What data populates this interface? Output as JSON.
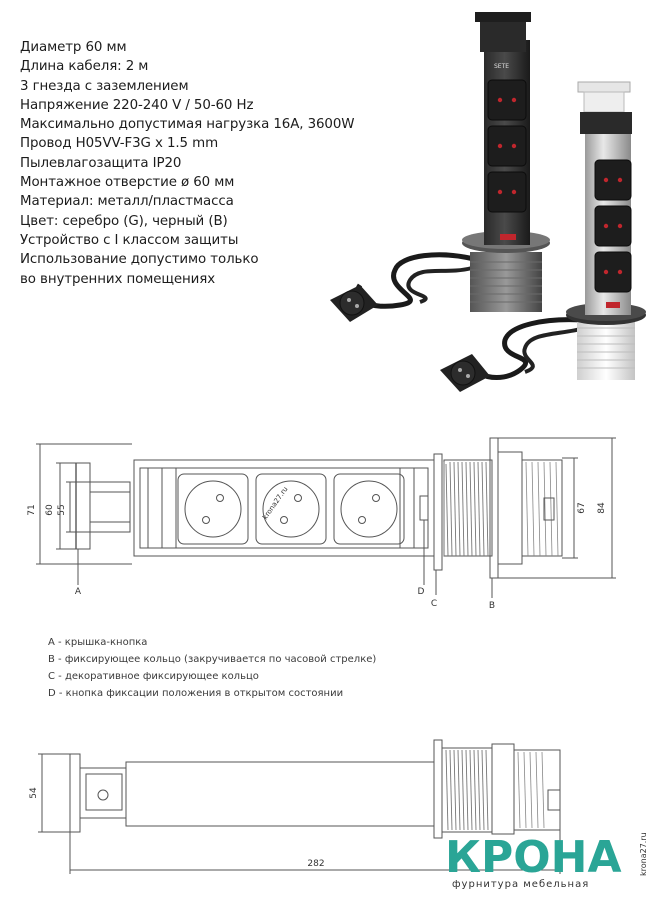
{
  "specs": [
    "Диаметр 60 мм",
    "Длина кабеля: 2 м",
    "3 гнезда с заземлением",
    "Напряжение 220-240 V / 50-60 Hz",
    "Максимально допустимая нагрузка 16A, 3600W",
    "Провод H05VV-F3G x 1.5 mm",
    "Пылевлагозащита IP20",
    "Монтажное отверстие ø 60 мм",
    "Материал: металл/пластмасса",
    "Цвет: серебро (G), черный (B)",
    "Устройство с I классом защиты",
    "Использование допустимо только",
    "во внутренних помещениях"
  ],
  "product": {
    "brand_label": "SETE"
  },
  "side_drawing": {
    "dims": {
      "d71": "71",
      "d60": "60",
      "d55": "55",
      "d67": "67",
      "d84": "84"
    },
    "markers": {
      "a": "A",
      "d": "D",
      "c": "C",
      "b": "B"
    },
    "watermark": "krona27.ru"
  },
  "legend": [
    "A - крышка-кнопка",
    "B - фиксирующее кольцо (закручивается по часовой стрелке)",
    "C - декоративное фиксирующее кольцо",
    "D - кнопка фиксации положения в открытом состоянии"
  ],
  "bottom_drawing": {
    "dims": {
      "d54": "54",
      "d282": "282"
    }
  },
  "brand": {
    "name": "КРОНА",
    "tagline": "фурнитура мебельная",
    "side_url": "krona27.ru",
    "color": "#2aa596"
  }
}
